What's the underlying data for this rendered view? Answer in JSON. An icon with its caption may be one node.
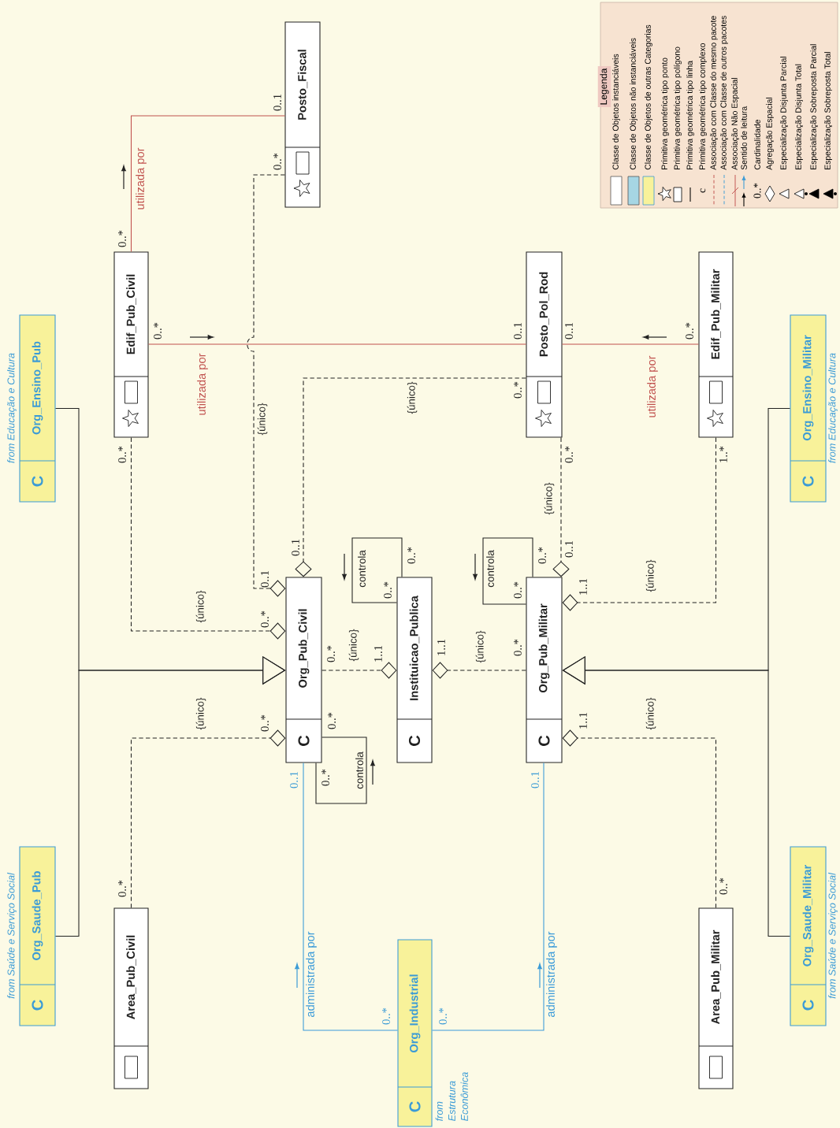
{
  "diagram": {
    "nodes": [
      {
        "text": [
          "Org_Saude_Pub",
          "C"
        ],
        "beside": [
          "from Saúde e Serviço Social"
        ]
      },
      {
        "text": [
          "Org_Ensino_Pub",
          "C"
        ],
        "beside": [
          "from Educação e Cultura"
        ]
      },
      {
        "text": [
          "Area_Pub_Civil"
        ]
      },
      {
        "text": [
          "Edif_Pub_Civil"
        ]
      },
      {
        "text": [
          "Posto_Fiscal"
        ]
      },
      {
        "text": [
          "Org_Pub_Civil",
          "C"
        ]
      },
      {
        "text": [
          "Instituicao_Publica",
          "C"
        ]
      },
      {
        "text": [
          "Org_Industrial",
          "C"
        ],
        "beside": [
          "from Estrutura Econômica"
        ]
      },
      {
        "text": [
          "Posto_Pol_Rod"
        ]
      },
      {
        "text": [
          "Org_Pub_Militar",
          "C"
        ]
      },
      {
        "text": [
          "Edif_Pub_Militar"
        ]
      },
      {
        "text": [
          "Area_Pub_Militar"
        ]
      },
      {
        "text": [
          "Org_Ensino_Militar",
          "C"
        ],
        "beside": [
          "from Educação e Cultura"
        ]
      },
      {
        "text": [
          "Org_Saude_Militar",
          "C"
        ],
        "beside": [
          "from Saúde e Serviço Social"
        ]
      }
    ],
    "edges": [
      {
        "from": 0,
        "to": 5,
        "arrow": "to"
      },
      {
        "from": 1,
        "to": 5,
        "arrow": "to"
      },
      {
        "from": 12,
        "to": 9,
        "arrow": "to"
      },
      {
        "from": 13,
        "to": 9,
        "arrow": "to"
      },
      {
        "from": 2,
        "to": 5,
        "arrow": "other",
        "label": "{único}",
        "style": "dashed"
      },
      {
        "from": 3,
        "to": 5,
        "arrow": "other",
        "label": "{único}",
        "style": "dashed"
      },
      {
        "from": 4,
        "to": 5,
        "arrow": "other",
        "label": "{único}",
        "style": "dashed"
      },
      {
        "from": 8,
        "to": 5,
        "arrow": "other",
        "label": "{único}",
        "style": "dashed"
      },
      {
        "from": 5,
        "to": 6,
        "arrow": "other",
        "label": "{único}",
        "style": "dashed"
      },
      {
        "from": 9,
        "to": 6,
        "arrow": "other",
        "label": "{único}",
        "style": "dashed"
      },
      {
        "from": 6,
        "to": 6,
        "arrow": "none",
        "label": "controla"
      },
      {
        "from": 5,
        "to": 5,
        "arrow": "none",
        "label": "controla"
      },
      {
        "from": 9,
        "to": 9,
        "arrow": "none",
        "label": "controla"
      },
      {
        "from": 10,
        "to": 9,
        "arrow": "other",
        "label": "{único}",
        "style": "dashed"
      },
      {
        "from": 11,
        "to": 9,
        "arrow": "other",
        "label": "{único}",
        "style": "dashed"
      },
      {
        "from": 8,
        "to": 9,
        "arrow": "other",
        "label": "{único}",
        "style": "dashed"
      },
      {
        "from": 3,
        "to": 8,
        "arrow": "none",
        "label": "utilizada por",
        "color": "#c0504d"
      },
      {
        "from": 3,
        "to": 4,
        "arrow": "none",
        "label": "utilizada por",
        "color": "#c0504d"
      },
      {
        "from": 10,
        "to": 8,
        "arrow": "none",
        "label": "utilizada por",
        "color": "#c0504d"
      },
      {
        "from": 7,
        "to": 5,
        "arrow": "none",
        "label": "administrada por",
        "color": "#3a9ad9"
      },
      {
        "from": 7,
        "to": 9,
        "arrow": "none",
        "label": "administrada por",
        "color": "#3a9ad9"
      }
    ],
    "labels": [
      "0..1",
      "Legenda",
      "0..*",
      "c",
      "0..*",
      "0..*",
      "0..*",
      "0..1",
      "0..1",
      "0..*",
      "0..*",
      "0..*",
      "0..*",
      "1..*",
      "0..1",
      "0..*",
      "0..*",
      "0..1",
      "0..1",
      "0..*",
      "0..*",
      "1..1",
      "0..*",
      "0..*",
      "1..1",
      "1..1",
      "0..*",
      "0..*",
      "0..*",
      "1..1",
      "0..1",
      "0..*",
      "0..1",
      "0..*",
      "0..*",
      "0..*",
      "0..*"
    ],
    "legend": [
      {
        "text": "Classe de Objetos instanciáveis",
        "color": "#ffffff"
      },
      {
        "text": "Classe de Objetos não instanciáveis",
        "color": "#a6d6e4"
      },
      {
        "text": "Classe de Objetos de outras Categorias",
        "color": "#f8f29a"
      },
      {
        "text": "Primitiva geométrica tipo ponto"
      },
      {
        "text": "Primitiva geométrica tipo polígono"
      },
      {
        "text": "Primitiva geométrica tipo linha"
      },
      {
        "text": "Primitiva geométrica tipo complexo"
      },
      {
        "text": "Associação com Classe do mesmo pacote"
      },
      {
        "text": "Associação com Classe de outros pacotes"
      },
      {
        "text": "Associação Não Espacial"
      },
      {
        "text": "Sentido de leitura"
      },
      {
        "text": "Cardinalidade"
      },
      {
        "text": "Agregação Espacial"
      },
      {
        "text": "Especialização Disjunta Parcial"
      },
      {
        "text": "Especialização Disjunta Total"
      },
      {
        "text": "Especialização Sobreposta Parcial"
      },
      {
        "text": "Especialização Sobreposta Total"
      }
    ]
  }
}
